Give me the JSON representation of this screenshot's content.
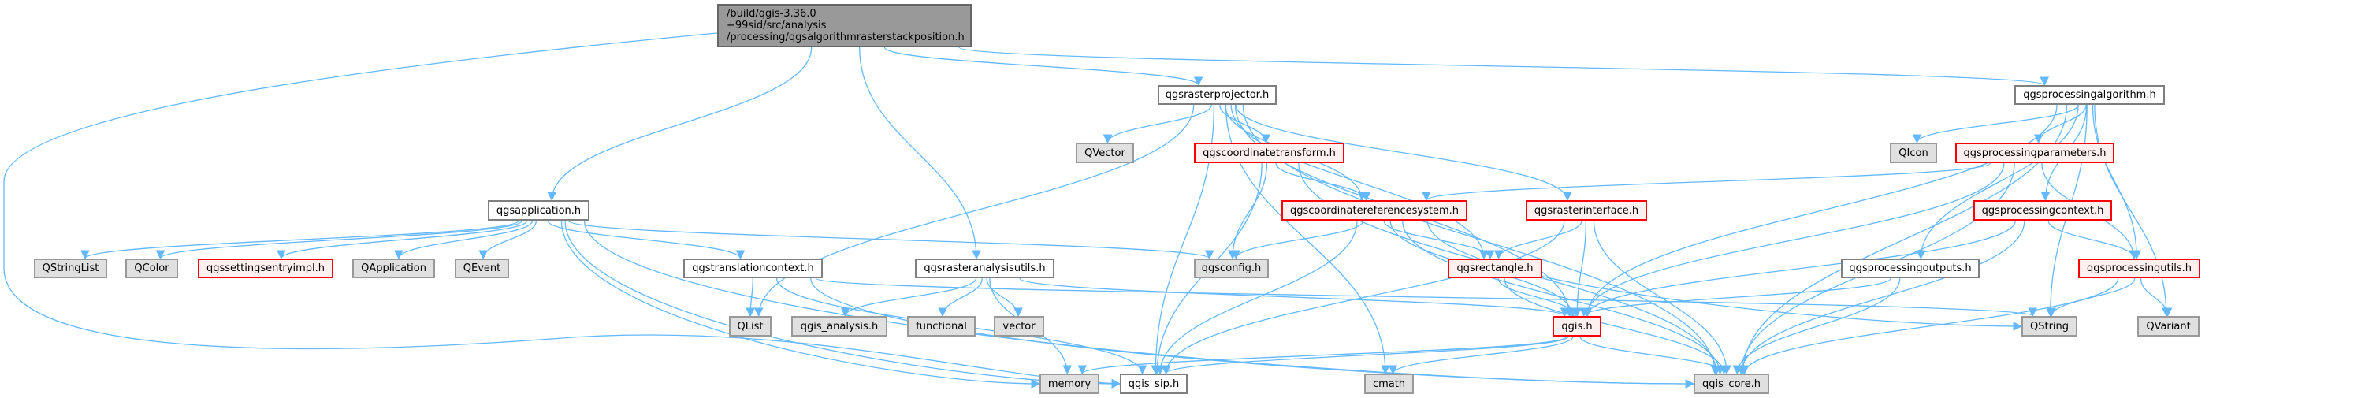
{
  "root": {
    "lines": [
      "/build/qgis-3.36.0",
      "+99sid/src/analysis",
      "/processing/qgsalgorithmrasterstackposition.h"
    ]
  },
  "nodes": {
    "qgsapplication": "qgsapplication.h",
    "QStringList": "QStringList",
    "QColor": "QColor",
    "qgssettingsentryimpl": "qgssettingsentryimpl.h",
    "QApplication": "QApplication",
    "QEvent": "QEvent",
    "qgstranslationcontext": "qgstranslationcontext.h",
    "QList": "QList",
    "qgsrasterprojector": "qgsrasterprojector.h",
    "QVector": "QVector",
    "qgscoordinatetransform": "qgscoordinatetransform.h",
    "qgscoordinatereferencesystem": "qgscoordinatereferencesystem.h",
    "qgsrasteranalysisutils": "qgsrasteranalysisutils.h",
    "qgsconfig": "qgsconfig.h",
    "qgsrectangle": "qgsrectangle.h",
    "qgis_analysis": "qgis_analysis.h",
    "functional": "functional",
    "vector": "vector",
    "memory": "memory",
    "qgis_sip": "qgis_sip.h",
    "cmath": "cmath",
    "qgsrasterinterface": "qgsrasterinterface.h",
    "qgis": "qgis.h",
    "qgsprocessingalgorithm": "qgsprocessingalgorithm.h",
    "QIcon": "QIcon",
    "qgsprocessingparameters": "qgsprocessingparameters.h",
    "qgsprocessingcontext": "qgsprocessingcontext.h",
    "qgsprocessingoutputs": "qgsprocessingoutputs.h",
    "qgsprocessingutils": "qgsprocessingutils.h",
    "QString": "QString",
    "QVariant": "QVariant",
    "qgis_core": "qgis_core.h"
  },
  "colors": {
    "edge": "#63b8ff",
    "truncated_border": "#ff0000",
    "root_fill": "#999999"
  },
  "edges": [
    [
      "root",
      "qgsapplication"
    ],
    [
      "root",
      "qgsrasteranalysisutils"
    ],
    [
      "root",
      "qgsrasterprojector"
    ],
    [
      "root",
      "qgsprocessingalgorithm"
    ],
    [
      "root",
      "qgis_sip"
    ],
    [
      "qgsapplication",
      "QStringList"
    ],
    [
      "qgsapplication",
      "QColor"
    ],
    [
      "qgsapplication",
      "qgssettingsentryimpl"
    ],
    [
      "qgsapplication",
      "QApplication"
    ],
    [
      "qgsapplication",
      "QEvent"
    ],
    [
      "qgsapplication",
      "qgstranslationcontext"
    ],
    [
      "qgsapplication",
      "qgsconfig"
    ],
    [
      "qgsapplication",
      "memory"
    ],
    [
      "qgsapplication",
      "qgis_sip"
    ],
    [
      "qgsapplication",
      "qgis_core"
    ],
    [
      "qgstranslationcontext",
      "QList"
    ],
    [
      "qgstranslationcontext",
      "QString"
    ],
    [
      "qgstranslationcontext",
      "qgis_sip"
    ],
    [
      "qgstranslationcontext",
      "qgis_core"
    ],
    [
      "qgsrasteranalysisutils",
      "qgis_analysis"
    ],
    [
      "qgsrasteranalysisutils",
      "functional"
    ],
    [
      "qgsrasteranalysisutils",
      "vector"
    ],
    [
      "qgsrasteranalysisutils",
      "memory"
    ],
    [
      "qgsrasteranalysisutils",
      "qgis"
    ],
    [
      "qgsrasterprojector",
      "QVector"
    ],
    [
      "qgsrasterprojector",
      "qgscoordinatetransform"
    ],
    [
      "qgsrasterprojector",
      "qgscoordinatereferencesystem"
    ],
    [
      "qgsrasterprojector",
      "qgsrectangle"
    ],
    [
      "qgsrasterprojector",
      "qgsrasterinterface"
    ],
    [
      "qgsrasterprojector",
      "QList"
    ],
    [
      "qgsrasterprojector",
      "qgis_sip"
    ],
    [
      "qgsrasterprojector",
      "cmath"
    ],
    [
      "qgsrasterprojector",
      "qgis_core"
    ],
    [
      "qgsrasterprojector",
      "qgis"
    ],
    [
      "qgscoordinatetransform",
      "qgscoordinatereferencesystem"
    ],
    [
      "qgscoordinatetransform",
      "qgsconfig"
    ],
    [
      "qgscoordinatetransform",
      "qgis_sip"
    ],
    [
      "qgscoordinatetransform",
      "qgis_core"
    ],
    [
      "qgscoordinatereferencesystem",
      "qgsconfig"
    ],
    [
      "qgscoordinatereferencesystem",
      "qgsrectangle"
    ],
    [
      "qgscoordinatereferencesystem",
      "qgis_sip"
    ],
    [
      "qgscoordinatereferencesystem",
      "qgis"
    ],
    [
      "qgscoordinatereferencesystem",
      "qgis_core"
    ],
    [
      "qgscoordinatereferencesystem",
      "QString"
    ],
    [
      "qgsrasterinterface",
      "qgsrectangle"
    ],
    [
      "qgsrasterinterface",
      "qgis"
    ],
    [
      "qgsrasterinterface",
      "qgis_sip"
    ],
    [
      "qgsrasterinterface",
      "qgis_core"
    ],
    [
      "qgsrectangle",
      "qgis"
    ],
    [
      "qgsrectangle",
      "qgis_core"
    ],
    [
      "qgis",
      "memory"
    ],
    [
      "qgis",
      "qgis_sip"
    ],
    [
      "qgis",
      "cmath"
    ],
    [
      "qgis",
      "qgis_core"
    ],
    [
      "qgsprocessingalgorithm",
      "QIcon"
    ],
    [
      "qgsprocessingalgorithm",
      "qgsprocessingparameters"
    ],
    [
      "qgsprocessingalgorithm",
      "qgsprocessingcontext"
    ],
    [
      "qgsprocessingalgorithm",
      "qgsprocessingutils"
    ],
    [
      "qgsprocessingalgorithm",
      "qgsprocessingoutputs"
    ],
    [
      "qgsprocessingalgorithm",
      "qgis"
    ],
    [
      "qgsprocessingalgorithm",
      "QString"
    ],
    [
      "qgsprocessingalgorithm",
      "QVariant"
    ],
    [
      "qgsprocessingalgorithm",
      "qgis_core"
    ],
    [
      "qgsprocessingparameters",
      "qgscoordinatereferencesystem"
    ],
    [
      "qgsprocessingparameters",
      "qgis"
    ],
    [
      "qgsprocessingparameters",
      "qgsprocessingutils"
    ],
    [
      "qgsprocessingparameters",
      "qgis_core"
    ],
    [
      "qgsprocessingcontext",
      "qgis"
    ],
    [
      "qgsprocessingcontext",
      "qgsprocessingutils"
    ],
    [
      "qgsprocessingcontext",
      "qgis_core"
    ],
    [
      "qgsprocessingoutputs",
      "qgis"
    ],
    [
      "qgsprocessingoutputs",
      "qgis_core"
    ],
    [
      "qgsprocessingutils",
      "QString"
    ],
    [
      "qgsprocessingutils",
      "QVariant"
    ],
    [
      "qgsprocessingutils",
      "qgis_core"
    ]
  ]
}
